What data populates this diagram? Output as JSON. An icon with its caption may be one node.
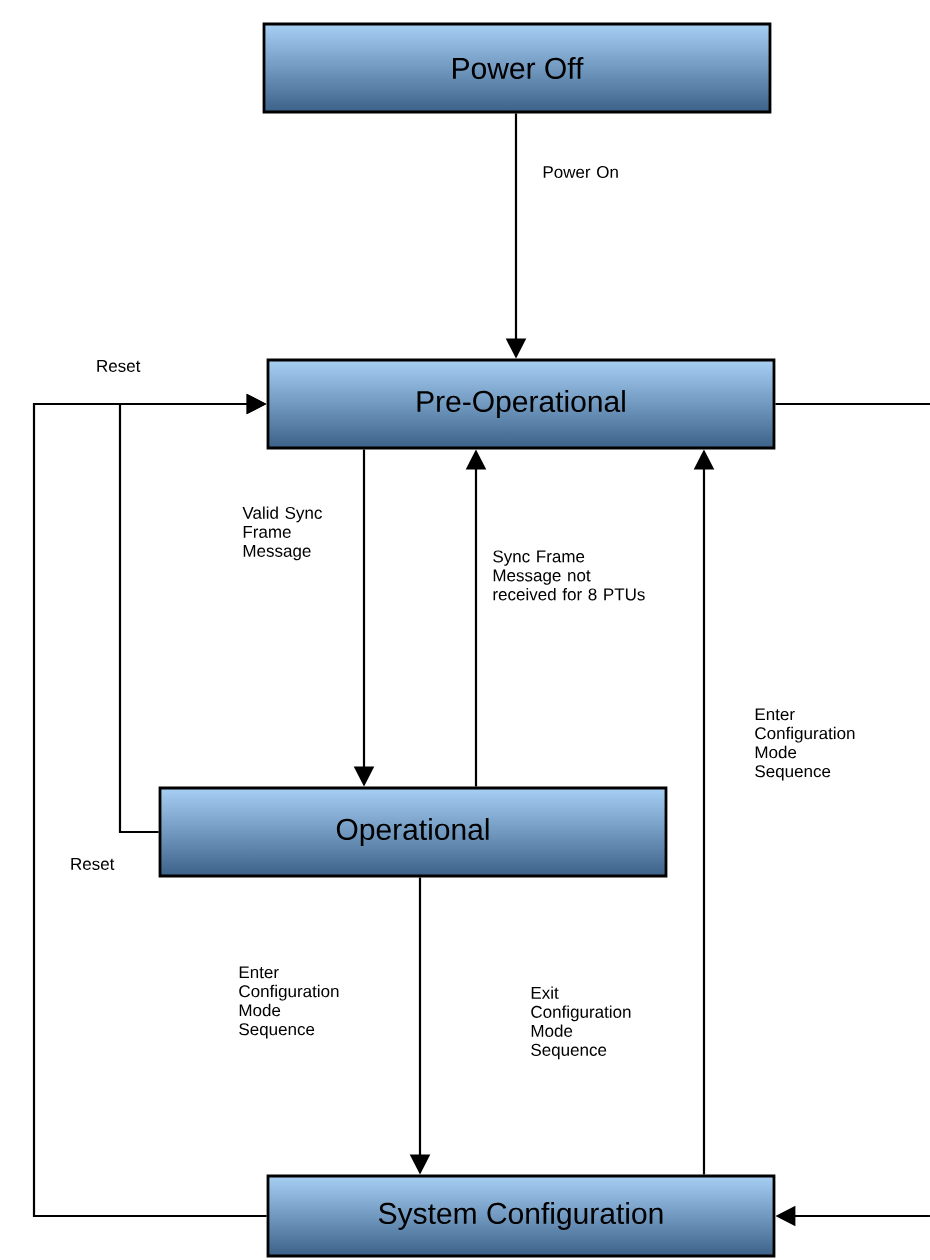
{
  "diagram": {
    "nodes": [
      {
        "text": [
          "Power Off"
        ]
      },
      {
        "text": [
          "Pre-Operational"
        ]
      },
      {
        "text": [
          "Operational"
        ]
      },
      {
        "text": [
          "System Configuration"
        ]
      }
    ],
    "edges": [
      {
        "from": 0,
        "to": 1,
        "arrow": "to",
        "label": "Power On"
      },
      {
        "from": 1,
        "to": 2,
        "arrow": "to",
        "label": "Valid Sync Frame Message"
      },
      {
        "from": 2,
        "to": 1,
        "arrow": "to",
        "label": "Sync Frame Message not received for 8 PTUs"
      },
      {
        "from": 2,
        "to": 1,
        "arrow": "to",
        "label": "Reset"
      },
      {
        "from": 3,
        "to": 1,
        "arrow": "to",
        "label": "Reset"
      },
      {
        "from": 2,
        "to": 3,
        "arrow": "to",
        "label": "Enter Configuration Mode Sequence"
      },
      {
        "from": 3,
        "to": 1,
        "arrow": "to",
        "label": "Exit Configuration Mode Sequence"
      },
      {
        "from": 1,
        "to": 3,
        "arrow": "to",
        "label": "Enter Configuration Mode Sequence"
      }
    ]
  }
}
